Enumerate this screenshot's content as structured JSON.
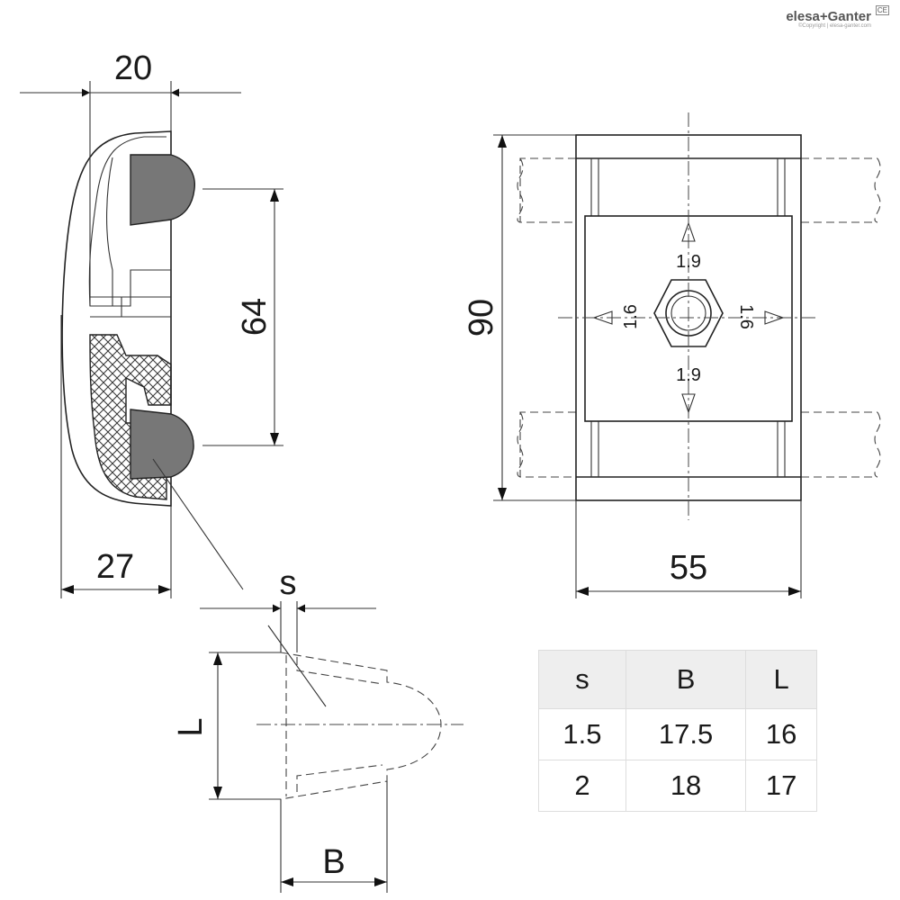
{
  "logo": {
    "brand": "elesa+Ganter",
    "copyright": "©Copyright | elesa-ganter.com",
    "mark": "CE"
  },
  "dimensions": {
    "top_width": "20",
    "bottom_width": "27",
    "pad_spacing": "64",
    "height": "90",
    "width": "55",
    "s_label": "s",
    "b_label": "B",
    "l_label": "L",
    "adjust_top": "1.9",
    "adjust_bottom": "1.9",
    "adjust_left": "1.6",
    "adjust_right": "1.6"
  },
  "table": {
    "headers": [
      "s",
      "B",
      "L"
    ],
    "rows": [
      [
        "1.5",
        "17.5",
        "16"
      ],
      [
        "2",
        "18",
        "17"
      ]
    ]
  }
}
